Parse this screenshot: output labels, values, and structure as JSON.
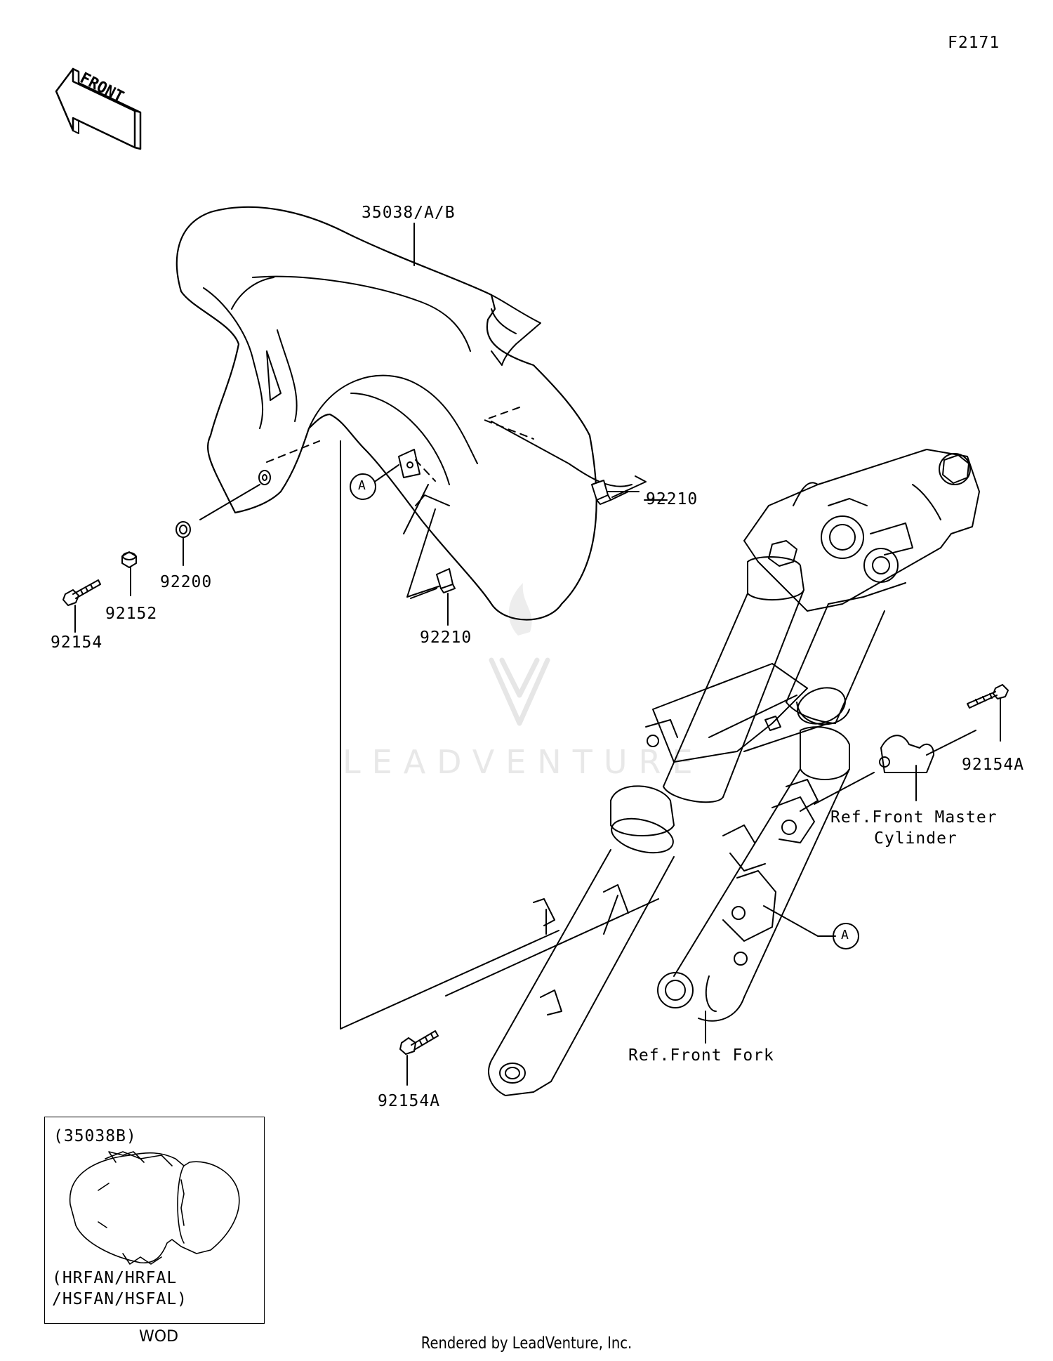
{
  "figure_code": "F2171",
  "front_badge": "FRONT",
  "watermark": "LEADVENTURE",
  "callouts": {
    "fender": "35038/A/B",
    "clip_top": "92210",
    "clip_bottom": "92210",
    "washer": "92200",
    "collar": "92152",
    "bolt_left": "92154",
    "bolt_right": "92154A",
    "bolt_bottom": "92154A",
    "ref_master_line1": "Ref.Front Master",
    "ref_master_line2": "Cylinder",
    "ref_fork": "Ref.Front Fork",
    "marker_a1": "A",
    "marker_a2": "A"
  },
  "inset": {
    "part": "(35038B)",
    "models_line1": "(HRFAN/HRFAL",
    "models_line2": "/HSFAN/HSFAL)",
    "caption": "WOD"
  },
  "footer": "Rendered by LeadVenture, Inc."
}
